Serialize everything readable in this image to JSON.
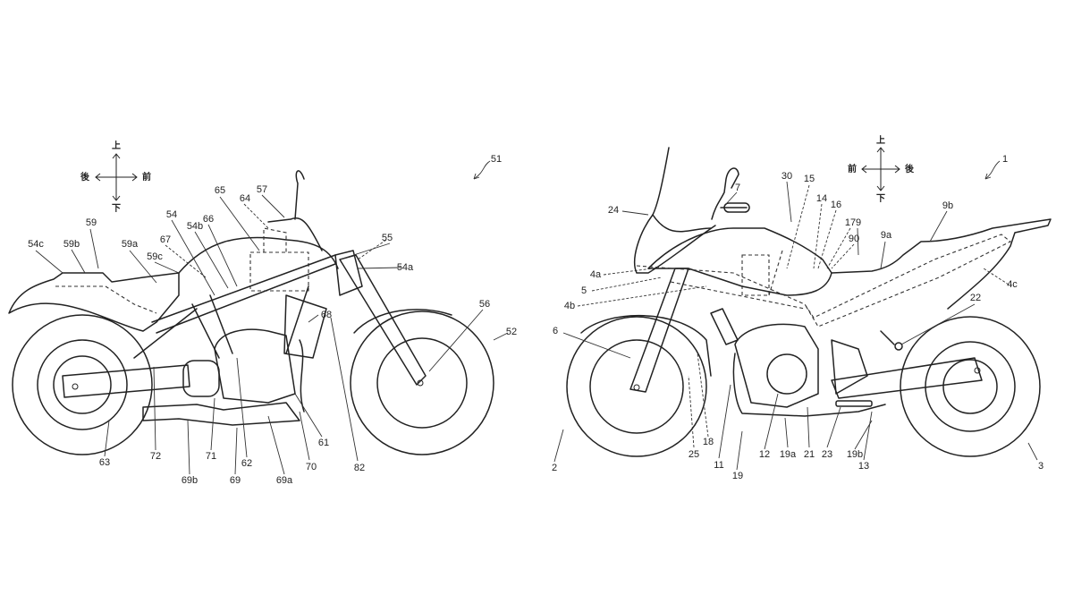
{
  "left_figure": {
    "reference": "51",
    "direction": {
      "up": "上",
      "down": "下",
      "rear": "後",
      "front": "前"
    },
    "labels": {
      "l57": "57",
      "l65": "65",
      "l64": "64",
      "l54": "54",
      "l66": "66",
      "l54b": "54b",
      "l67": "67",
      "l59": "59",
      "l54c": "54c",
      "l59b": "59b",
      "l59a": "59a",
      "l59c": "59c",
      "l55": "55",
      "l54a": "54a",
      "l68": "68",
      "l56": "56",
      "l52": "52",
      "l63": "63",
      "l72": "72",
      "l69b": "69b",
      "l71": "71",
      "l69": "69",
      "l62": "62",
      "l69a": "69a",
      "l70": "70",
      "l61": "61",
      "l82": "82"
    }
  },
  "right_figure": {
    "reference": "1",
    "direction": {
      "up": "上",
      "down": "下",
      "front": "前",
      "rear": "後"
    },
    "labels": {
      "l30": "30",
      "l15": "15",
      "l14": "14",
      "l16": "16",
      "l17": "17",
      "l7": "7",
      "l24": "24",
      "l9": "9",
      "l90": "90",
      "l9a": "9a",
      "l9b": "9b",
      "l4a": "4a",
      "l5": "5",
      "l4b": "4b",
      "l4c": "4c",
      "l22": "22",
      "l6": "6",
      "l25": "25",
      "l18": "18",
      "l11": "11",
      "l19": "19",
      "l12": "12",
      "l19a": "19a",
      "l21": "21",
      "l23": "23",
      "l19b": "19b",
      "l13": "13",
      "l2": "2",
      "l3": "3"
    }
  }
}
